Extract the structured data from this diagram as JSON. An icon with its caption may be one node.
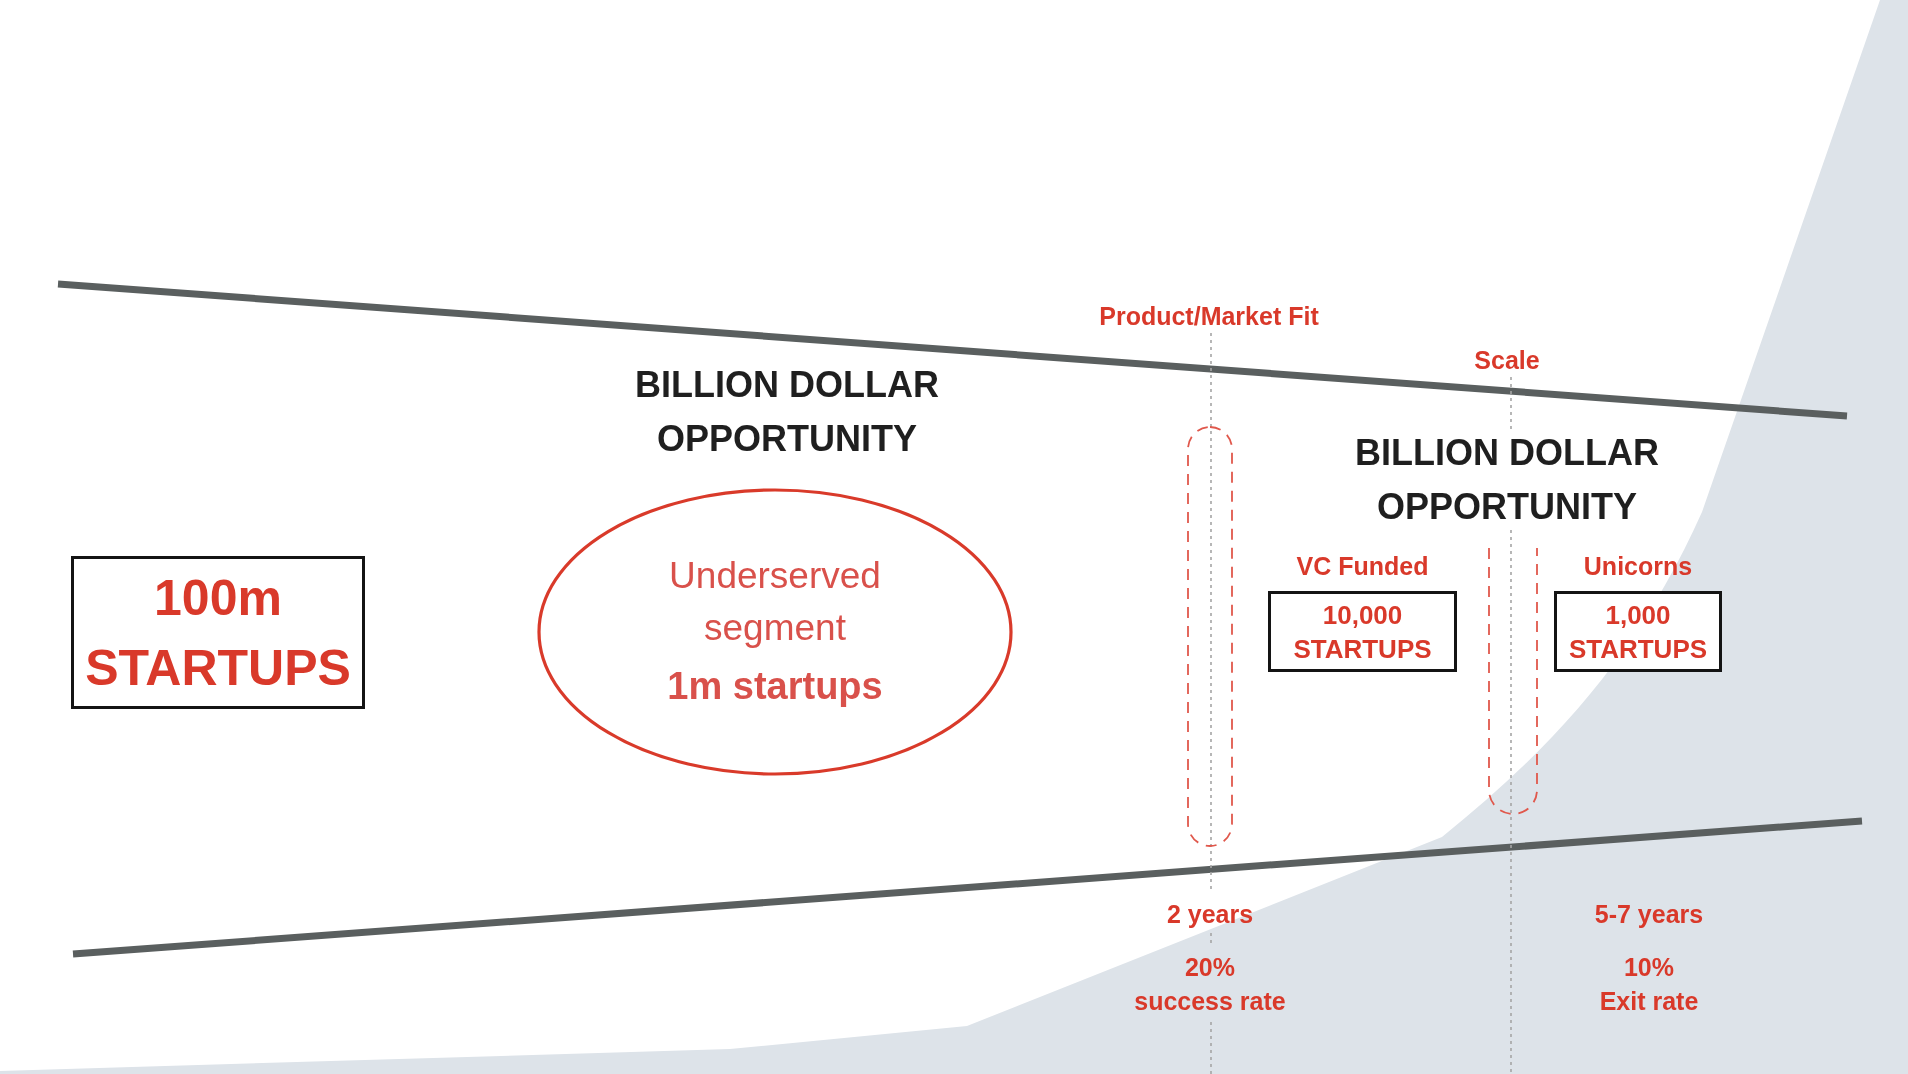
{
  "diagram": {
    "nodes": [
      {
        "text": [
          "100m STARTUPS"
        ]
      },
      {
        "text": [
          "Underserved segment",
          "1m startups"
        ]
      },
      {
        "text": [],
        "shape": "box"
      },
      {
        "text": [
          "VC Funded",
          "10,000 STARTUPS"
        ]
      },
      {
        "text": [],
        "shape": "box"
      },
      {
        "text": [
          "Unicorns",
          "1,000 STARTUPS"
        ]
      }
    ],
    "labels": [
      "Product/Market Fit",
      "Scale",
      "BILLION DOLLAR OPPORTUNITY",
      "BILLION DOLLAR OPPORTUNITY",
      "2 years",
      "5-7 years",
      "20% success rate",
      "10% Exit rate"
    ]
  }
}
